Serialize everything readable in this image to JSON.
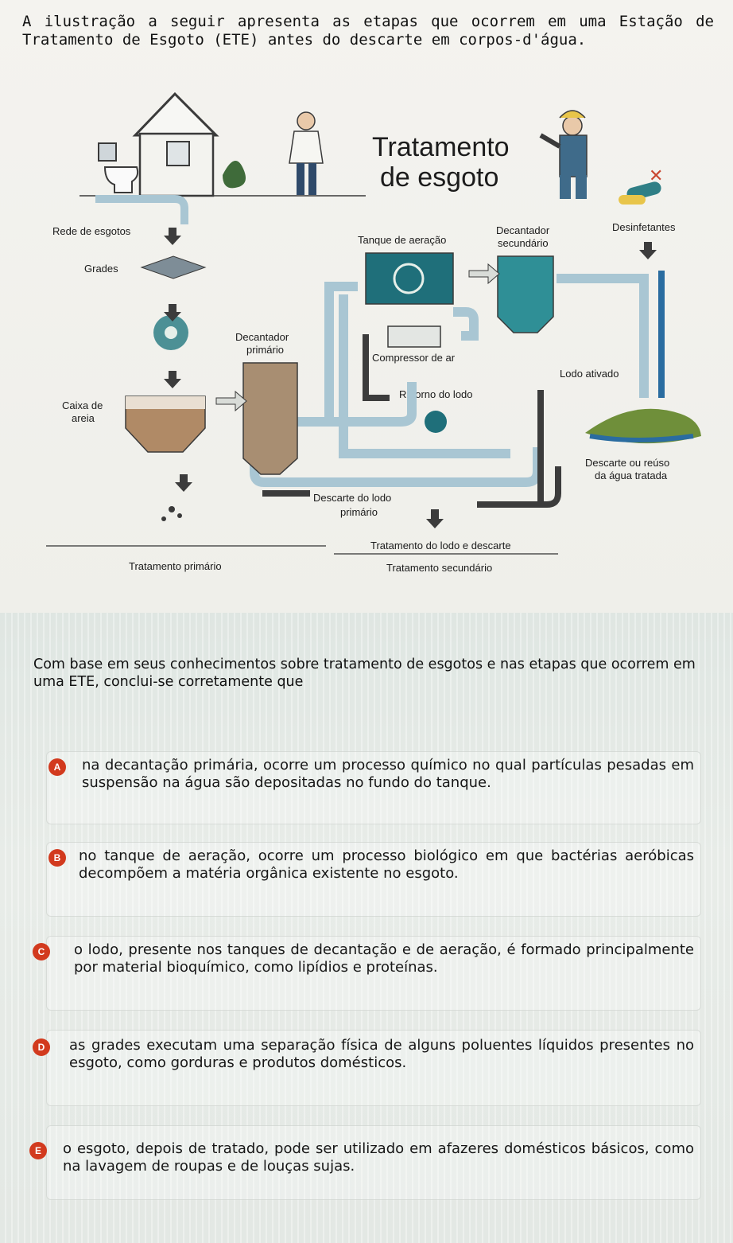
{
  "intro": "A ilustração a seguir apresenta as etapas que ocorrem em uma Estação de Tratamento de Esgoto (ETE) antes do descarte em corpos-d'água.",
  "figure": {
    "title_line1": "Tratamento",
    "title_line2": "de esgoto",
    "labels": {
      "rede_esgotos": "Rede de esgotos",
      "grades": "Grades",
      "decantador_primario_1": "Decantador",
      "decantador_primario_2": "primário",
      "caixa_areia_1": "Caixa de",
      "caixa_areia_2": "areia",
      "tanque_aeracao": "Tanque de aeração",
      "decantador_secundario_1": "Decantador",
      "decantador_secundario_2": "secundário",
      "desinfetantes": "Desinfetantes",
      "compressor_ar": "Compressor de ar",
      "lodo_ativado": "Lodo ativado",
      "retorno_lodo": "Retorno do lodo",
      "descarte_reuso_1": "Descarte ou reúso",
      "descarte_reuso_2": "da água tratada",
      "descarte_lodo_1": "Descarte do lodo",
      "descarte_lodo_2": "primário",
      "tratamento_lodo": "Tratamento do lodo e descarte",
      "tratamento_primario": "Tratamento primário",
      "tratamento_secundario": "Tratamento secundário"
    }
  },
  "question": "Com base em seus conhecimentos sobre tratamento de esgotos e nas etapas que ocorrem em uma ETE, conclui-se corretamente que",
  "options": [
    {
      "letter": "A",
      "text": "na decantação primária, ocorre um processo químico no qual partículas pesadas em suspensão na água são depositadas no fundo do tanque."
    },
    {
      "letter": "B",
      "text": "no tanque de aeração, ocorre um processo biológico em que bactérias aeróbicas decompõem a matéria orgânica existente no esgoto."
    },
    {
      "letter": "C",
      "text": "o lodo, presente nos tanques de decantação e de aeração, é formado principalmente por material bioquímico, como lipídios e proteínas."
    },
    {
      "letter": "D",
      "text": "as grades executam uma separação física de alguns poluentes líquidos presentes no esgoto, como gorduras e produtos domésticos."
    },
    {
      "letter": "E",
      "text": "o esgoto, depois de tratado, pode ser utilizado em afazeres domésticos básicos, como na lavagem de roupas e de louças sujas."
    }
  ],
  "colors": {
    "pipe": "#a9c6d3",
    "tank_teal": "#2f7f86",
    "aeration": "#1f6f7a",
    "arrow": "#3c3c3c",
    "option_badge": "#d23a1e"
  }
}
